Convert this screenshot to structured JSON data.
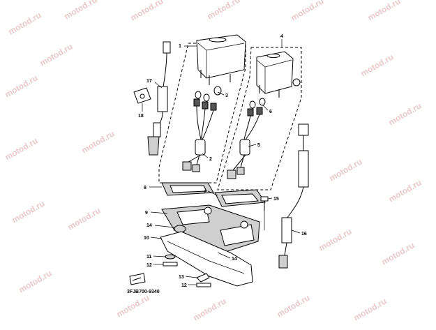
{
  "watermark_text": "motod.ru",
  "diagram_code": "3FJB700-9340",
  "callouts": [
    "1",
    "2",
    "3",
    "4",
    "5",
    "6",
    "7",
    "8",
    "9",
    "10",
    "11",
    "12",
    "13",
    "12",
    "14",
    "14",
    "15",
    "16",
    "17",
    "18"
  ]
}
